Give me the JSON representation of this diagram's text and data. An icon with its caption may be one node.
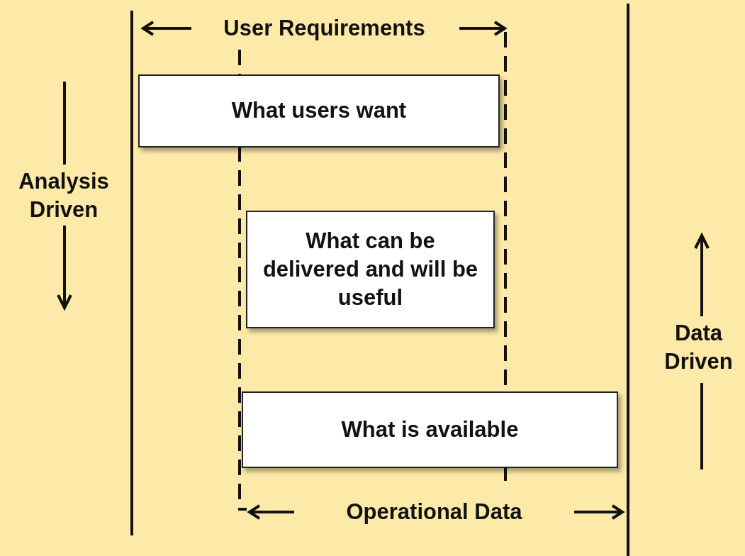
{
  "diagram": {
    "nodes": [
      {
        "text": [
          "What users want"
        ]
      },
      {
        "text": [
          "What can be delivered and will be useful"
        ]
      },
      {
        "text": [
          "What is available"
        ]
      }
    ],
    "labels": [
      "User Requirements",
      "Analysis Driven",
      "Data Driven",
      "Operational Data"
    ]
  }
}
